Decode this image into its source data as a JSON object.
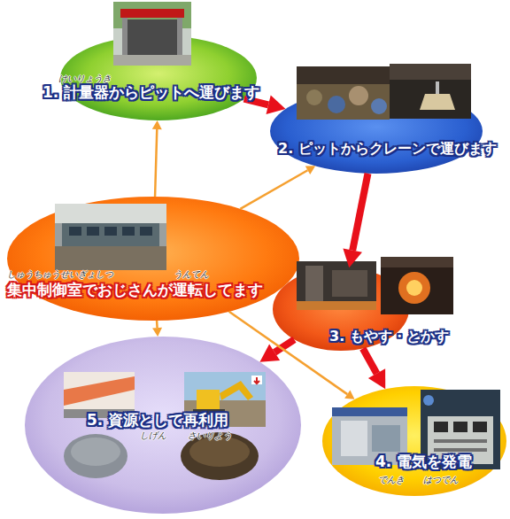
{
  "diagram": {
    "nodes": [
      {
        "text": [
          "けいりょうき",
          "1. 計量器からピットへ運びます"
        ]
      },
      {
        "text": [
          "2. ピットからクレーンで運びます"
        ]
      },
      {
        "text": [
          "しゅうちゅうせいぎょしつ",
          "うんてん",
          "集中制御室でおじさんが運転してます"
        ]
      },
      {
        "text": [
          "3. もやす・とかす"
        ]
      },
      {
        "text": [
          "5. 資源として再利用",
          "しげん",
          "さいりよう"
        ]
      },
      {
        "text": [
          "4. 電気を発電",
          "でんき",
          "はつでん"
        ]
      }
    ],
    "edges": [
      {
        "from": 0,
        "to": 1,
        "arrow": "to"
      },
      {
        "from": 1,
        "to": 3,
        "arrow": "to"
      },
      {
        "from": 3,
        "to": 4,
        "arrow": "to"
      },
      {
        "from": 3,
        "to": 5,
        "arrow": "to"
      },
      {
        "from": 2,
        "to": 0,
        "arrow": "to"
      },
      {
        "from": 2,
        "to": 1,
        "arrow": "to"
      },
      {
        "from": 2,
        "to": 4,
        "arrow": "to"
      },
      {
        "from": 2,
        "to": 5,
        "arrow": "to"
      }
    ]
  }
}
